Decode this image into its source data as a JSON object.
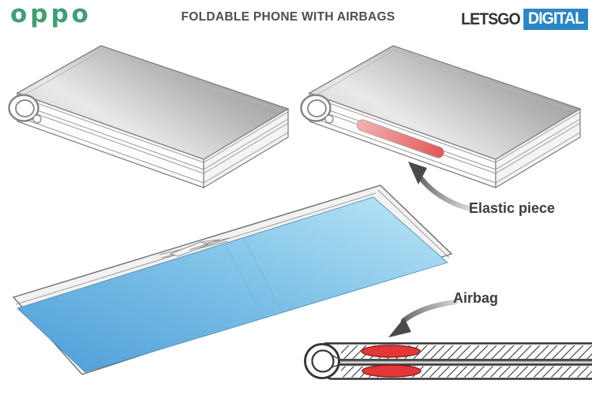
{
  "header": {
    "brand": "oppo",
    "title": "FOLDABLE PHONE WITH AIRBAGS",
    "logo": {
      "letsgo": "LETSGO",
      "digital": "DIGITAL"
    }
  },
  "diagram": {
    "labels": {
      "elastic": "Elastic piece",
      "airbag": "Airbag"
    },
    "views": [
      "folded-phone-closed",
      "folded-phone-with-elastic-piece-highlighted",
      "unfolded-phone-with-blue-flexible-screen",
      "hinge-cross-section-with-two-airbags"
    ]
  },
  "colors": {
    "brand_green": "#3f9e72",
    "logo_blue": "#2b86c5",
    "screen_blue_light": "#b9e6f6",
    "screen_blue_dark": "#4e9ed8",
    "elastic_red_light": "#f5adad",
    "elastic_red_dark": "#e05a5a",
    "airbag_red": "#e23838",
    "arrow_gray": "#4a4a4a",
    "metal_light": "#e8e8e8",
    "metal_dark": "#8d8d8d"
  }
}
